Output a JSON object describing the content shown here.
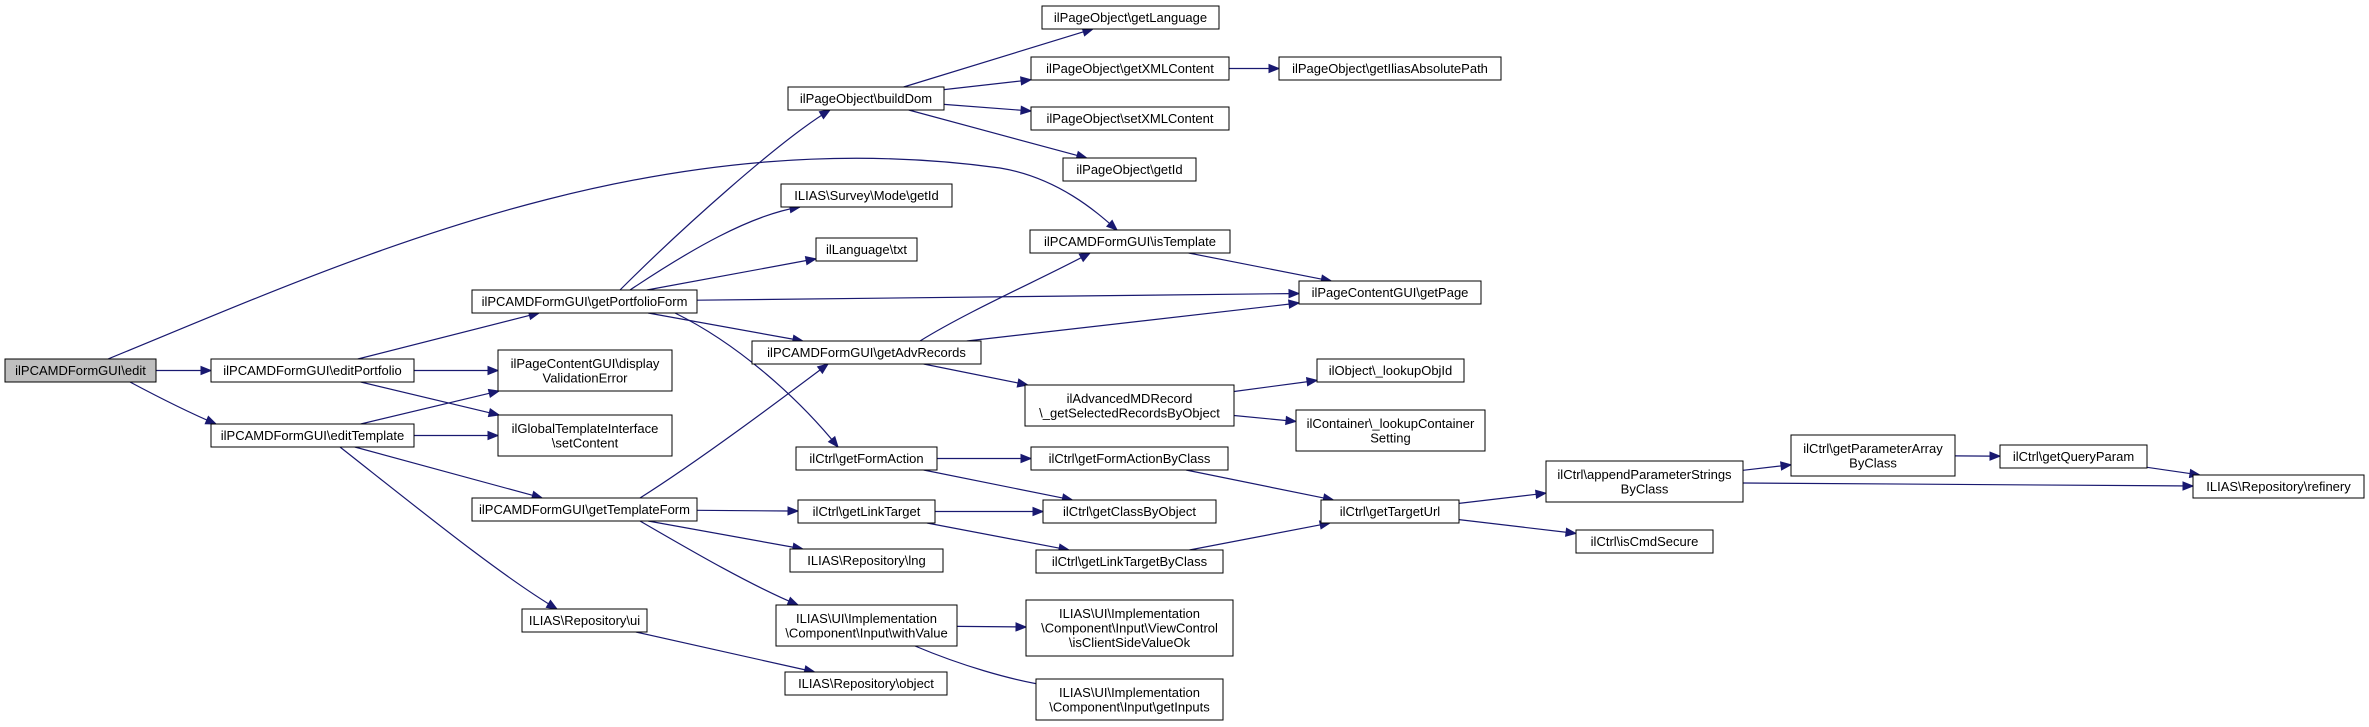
{
  "graph": {
    "colors": {
      "edge": "#191970",
      "node_fill": "#ffffff",
      "root_fill": "#bfbfbf",
      "border": "#000000"
    },
    "nodes": [
      {
        "id": "edit",
        "lines": [
          "ilPCAMDFormGUI\\edit"
        ],
        "root": true
      },
      {
        "id": "editPortfolio",
        "lines": [
          "ilPCAMDFormGUI\\editPortfolio"
        ]
      },
      {
        "id": "editTemplate",
        "lines": [
          "ilPCAMDFormGUI\\editTemplate"
        ]
      },
      {
        "id": "getPortfolioForm",
        "lines": [
          "ilPCAMDFormGUI\\getPortfolioForm"
        ]
      },
      {
        "id": "displayValidationError",
        "lines": [
          "ilPageContentGUI\\display",
          "ValidationError"
        ]
      },
      {
        "id": "setContent",
        "lines": [
          "ilGlobalTemplateInterface",
          "\\setContent"
        ]
      },
      {
        "id": "getTemplateForm",
        "lines": [
          "ilPCAMDFormGUI\\getTemplateForm"
        ]
      },
      {
        "id": "repoUi",
        "lines": [
          "ILIAS\\Repository\\ui"
        ]
      },
      {
        "id": "buildDom",
        "lines": [
          "ilPageObject\\buildDom"
        ]
      },
      {
        "id": "surveyGetId",
        "lines": [
          "ILIAS\\Survey\\Mode\\getId"
        ]
      },
      {
        "id": "langTxt",
        "lines": [
          "ilLanguage\\txt"
        ]
      },
      {
        "id": "getAdvRecords",
        "lines": [
          "ilPCAMDFormGUI\\getAdvRecords"
        ]
      },
      {
        "id": "getFormAction",
        "lines": [
          "ilCtrl\\getFormAction"
        ]
      },
      {
        "id": "getLinkTarget",
        "lines": [
          "ilCtrl\\getLinkTarget"
        ]
      },
      {
        "id": "repoLng",
        "lines": [
          "ILIAS\\Repository\\lng"
        ]
      },
      {
        "id": "withValue",
        "lines": [
          "ILIAS\\UI\\Implementation",
          "\\Component\\Input\\withValue"
        ]
      },
      {
        "id": "repoObject",
        "lines": [
          "ILIAS\\Repository\\object"
        ]
      },
      {
        "id": "getLanguage",
        "lines": [
          "ilPageObject\\getLanguage"
        ]
      },
      {
        "id": "getXMLContent",
        "lines": [
          "ilPageObject\\getXMLContent"
        ]
      },
      {
        "id": "setXMLContent",
        "lines": [
          "ilPageObject\\setXMLContent"
        ]
      },
      {
        "id": "poGetId",
        "lines": [
          "ilPageObject\\getId"
        ]
      },
      {
        "id": "isTemplate",
        "lines": [
          "ilPCAMDFormGUI\\isTemplate"
        ]
      },
      {
        "id": "getSelectedRecords",
        "lines": [
          "ilAdvancedMDRecord",
          "\\_getSelectedRecordsByObject"
        ]
      },
      {
        "id": "getFormActionByClass",
        "lines": [
          "ilCtrl\\getFormActionByClass"
        ]
      },
      {
        "id": "getClassByObject",
        "lines": [
          "ilCtrl\\getClassByObject"
        ]
      },
      {
        "id": "getLinkTargetByClass",
        "lines": [
          "ilCtrl\\getLinkTargetByClass"
        ]
      },
      {
        "id": "isClientSideValueOk",
        "lines": [
          "ILIAS\\UI\\Implementation",
          "\\Component\\Input\\ViewControl",
          "\\isClientSideValueOk"
        ]
      },
      {
        "id": "getInputs",
        "lines": [
          "ILIAS\\UI\\Implementation",
          "\\Component\\Input\\getInputs"
        ]
      },
      {
        "id": "getIliasAbsolutePath",
        "lines": [
          "ilPageObject\\getIliasAbsolutePath"
        ]
      },
      {
        "id": "getPage",
        "lines": [
          "ilPageContentGUI\\getPage"
        ]
      },
      {
        "id": "lookupObjId",
        "lines": [
          "ilObject\\_lookupObjId"
        ]
      },
      {
        "id": "lookupContainerSetting",
        "lines": [
          "ilContainer\\_lookupContainer",
          "Setting"
        ]
      },
      {
        "id": "getTargetUrl",
        "lines": [
          "ilCtrl\\getTargetUrl"
        ]
      },
      {
        "id": "appendParameterStrings",
        "lines": [
          "ilCtrl\\appendParameterStrings",
          "ByClass"
        ]
      },
      {
        "id": "isCmdSecure",
        "lines": [
          "ilCtrl\\isCmdSecure"
        ]
      },
      {
        "id": "getParameterArray",
        "lines": [
          "ilCtrl\\getParameterArray",
          "ByClass"
        ]
      },
      {
        "id": "getQueryParam",
        "lines": [
          "ilCtrl\\getQueryParam"
        ]
      },
      {
        "id": "refinery",
        "lines": [
          "ILIAS\\Repository\\refinery"
        ]
      }
    ],
    "edges": [
      [
        "edit",
        "isTemplate"
      ],
      [
        "edit",
        "editPortfolio"
      ],
      [
        "edit",
        "editTemplate"
      ],
      [
        "editPortfolio",
        "getPortfolioForm"
      ],
      [
        "editPortfolio",
        "displayValidationError"
      ],
      [
        "editPortfolio",
        "setContent"
      ],
      [
        "editTemplate",
        "displayValidationError"
      ],
      [
        "editTemplate",
        "setContent"
      ],
      [
        "editTemplate",
        "getTemplateForm"
      ],
      [
        "editTemplate",
        "repoUi"
      ],
      [
        "getPortfolioForm",
        "buildDom"
      ],
      [
        "getPortfolioForm",
        "surveyGetId"
      ],
      [
        "getPortfolioForm",
        "langTxt"
      ],
      [
        "getPortfolioForm",
        "getPage"
      ],
      [
        "getPortfolioForm",
        "getAdvRecords"
      ],
      [
        "getPortfolioForm",
        "getFormAction"
      ],
      [
        "getTemplateForm",
        "getAdvRecords"
      ],
      [
        "getTemplateForm",
        "getLinkTarget"
      ],
      [
        "getTemplateForm",
        "repoLng"
      ],
      [
        "getTemplateForm",
        "withValue"
      ],
      [
        "repoUi",
        "repoObject"
      ],
      [
        "buildDom",
        "getLanguage"
      ],
      [
        "buildDom",
        "getXMLContent"
      ],
      [
        "buildDom",
        "setXMLContent"
      ],
      [
        "buildDom",
        "poGetId"
      ],
      [
        "getXMLContent",
        "getIliasAbsolutePath"
      ],
      [
        "getAdvRecords",
        "isTemplate"
      ],
      [
        "getAdvRecords",
        "getPage"
      ],
      [
        "getAdvRecords",
        "getSelectedRecords"
      ],
      [
        "isTemplate",
        "getPage"
      ],
      [
        "getSelectedRecords",
        "lookupObjId"
      ],
      [
        "getSelectedRecords",
        "lookupContainerSetting"
      ],
      [
        "getFormAction",
        "getFormActionByClass"
      ],
      [
        "getFormAction",
        "getClassByObject"
      ],
      [
        "getLinkTarget",
        "getClassByObject"
      ],
      [
        "getLinkTarget",
        "getLinkTargetByClass"
      ],
      [
        "getFormActionByClass",
        "getTargetUrl"
      ],
      [
        "getLinkTargetByClass",
        "getTargetUrl"
      ],
      [
        "withValue",
        "isClientSideValueOk"
      ],
      [
        "withValue",
        "getInputs"
      ],
      [
        "getTargetUrl",
        "appendParameterStrings"
      ],
      [
        "getTargetUrl",
        "isCmdSecure"
      ],
      [
        "appendParameterStrings",
        "getParameterArray"
      ],
      [
        "appendParameterStrings",
        "refinery"
      ],
      [
        "getParameterArray",
        "getQueryParam"
      ],
      [
        "getQueryParam",
        "refinery"
      ]
    ]
  }
}
